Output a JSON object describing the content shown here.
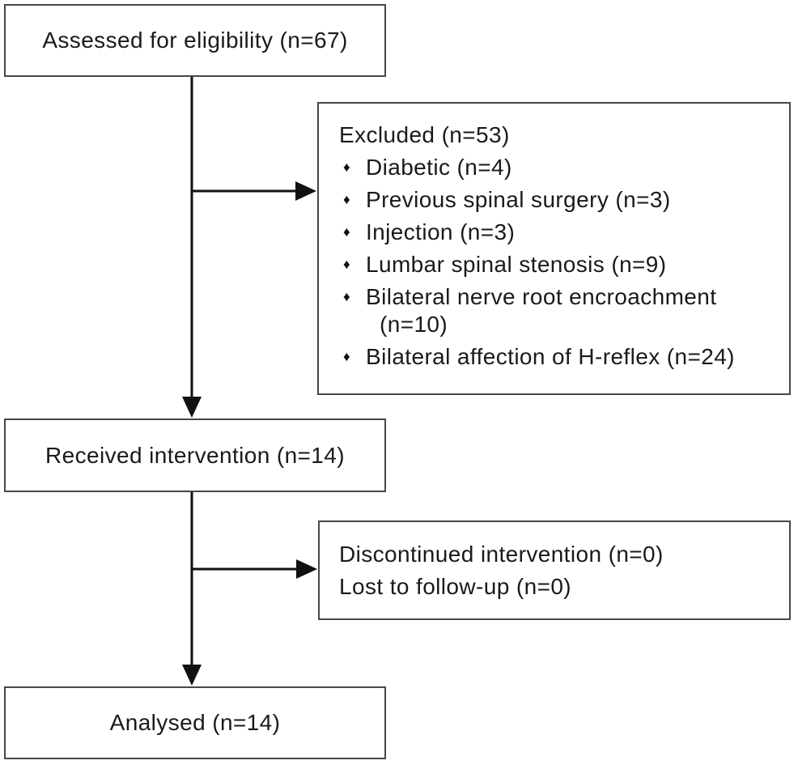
{
  "diagram": {
    "kind": "participant-flow-diagram",
    "nodes": {
      "assessed": {
        "label": "Assessed for eligibility (n=67)"
      },
      "excluded": {
        "header": "Excluded (n=53)",
        "bullet_glyph": "♦",
        "items": [
          {
            "line1": "Diabetic (n=4)"
          },
          {
            "line1": "Previous spinal surgery (n=3)"
          },
          {
            "line1": "Injection (n=3)"
          },
          {
            "line1": "Lumbar spinal stenosis (n=9)"
          },
          {
            "line1": "Bilateral nerve root encroachment",
            "line2": "(n=10)"
          },
          {
            "line1": "Bilateral affection of H-reflex (n=24)"
          }
        ]
      },
      "received": {
        "label": "Received intervention (n=14)"
      },
      "discontinued": {
        "line1": "Discontinued intervention (n=0)",
        "line2": "Lost to follow-up (n=0)"
      },
      "analysed": {
        "label": "Analysed (n=14)"
      }
    },
    "arrows": [
      {
        "from": "assessed",
        "to": "received"
      },
      {
        "from": "assessed-to-received-line",
        "to": "excluded"
      },
      {
        "from": "received",
        "to": "analysed"
      },
      {
        "from": "received-to-analysed-line",
        "to": "discontinued"
      }
    ],
    "colors": {
      "box_border": "#474747",
      "arrow": "#111111",
      "text": "#1a1a1a",
      "background": "#ffffff"
    }
  }
}
